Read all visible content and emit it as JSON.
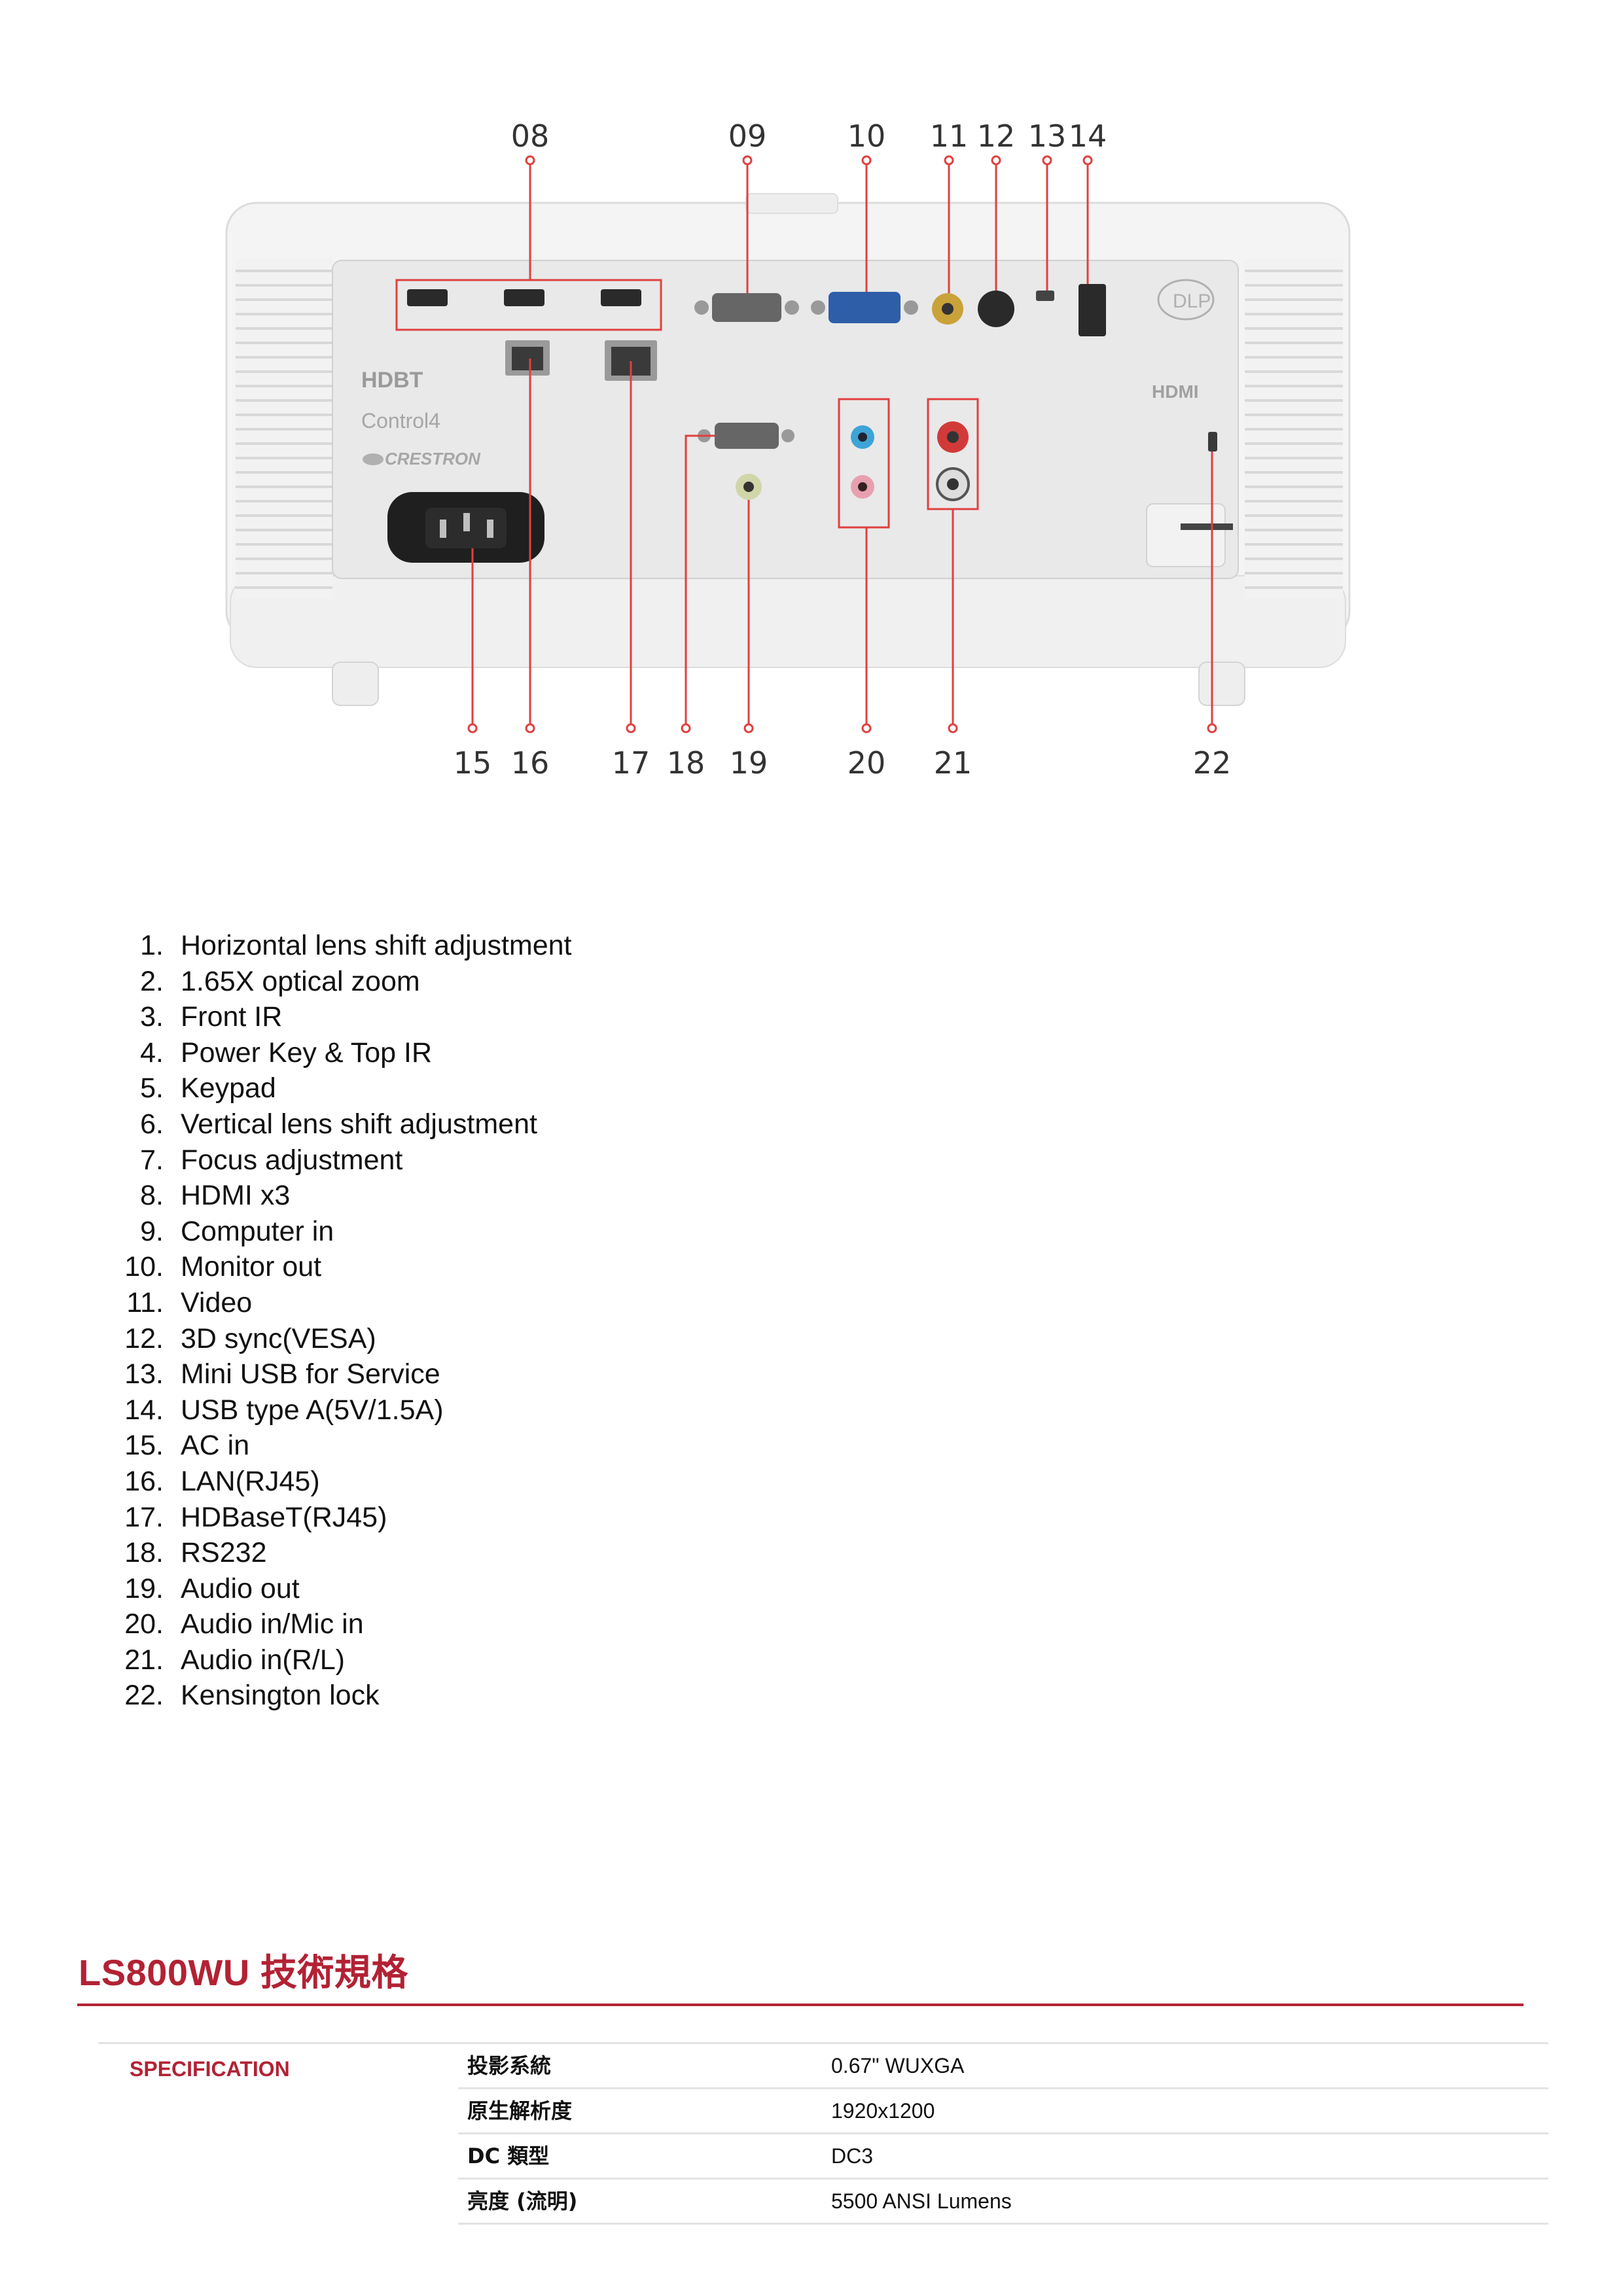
{
  "figure": {
    "callouts_top": [
      "08",
      "09",
      "10",
      "11",
      "12",
      "13",
      "14"
    ],
    "callouts_bottom": [
      "15",
      "16",
      "17",
      "18",
      "19",
      "20",
      "21",
      "22"
    ],
    "panel_logos": {
      "hdbt": "HDBT",
      "control4": "Control4",
      "crestron": "CRESTRON",
      "dlp": "DLP",
      "hdmi": "HDMI"
    },
    "accent_color": "#e04040"
  },
  "features": [
    {
      "n": "1.",
      "label": "Horizontal lens shift adjustment"
    },
    {
      "n": "2.",
      "label": "1.65X optical zoom"
    },
    {
      "n": "3.",
      "label": "Front IR"
    },
    {
      "n": "4.",
      "label": "Power Key & Top IR"
    },
    {
      "n": "5.",
      "label": "Keypad"
    },
    {
      "n": "6.",
      "label": "Vertical lens shift adjustment"
    },
    {
      "n": "7.",
      "label": "Focus adjustment"
    },
    {
      "n": "8.",
      "label": "HDMI x3"
    },
    {
      "n": "9.",
      "label": "Computer in"
    },
    {
      "n": "10.",
      "label": "Monitor out"
    },
    {
      "n": "11.",
      "label": "Video"
    },
    {
      "n": "12.",
      "label": "3D sync(VESA)"
    },
    {
      "n": "13.",
      "label": "Mini USB for Service"
    },
    {
      "n": "14.",
      "label": "USB type A(5V/1.5A)"
    },
    {
      "n": "15.",
      "label": "AC in"
    },
    {
      "n": "16.",
      "label": "LAN(RJ45)"
    },
    {
      "n": "17.",
      "label": "HDBaseT(RJ45)"
    },
    {
      "n": "18.",
      "label": "RS232"
    },
    {
      "n": "19.",
      "label": "Audio out"
    },
    {
      "n": "20.",
      "label": "Audio in/Mic in"
    },
    {
      "n": "21.",
      "label": "Audio in(R/L)"
    },
    {
      "n": "22.",
      "label": "Kensington lock"
    }
  ],
  "spec": {
    "title": "LS800WU 技術規格",
    "section_label": "SPECIFICATION",
    "rows": [
      {
        "key": "投影系統",
        "value": "0.67\" WUXGA"
      },
      {
        "key": "原生解析度",
        "value": "1920x1200"
      },
      {
        "key": "DC 類型",
        "value": "DC3"
      },
      {
        "key": "亮度 (流明)",
        "value": "5500 ANSI Lumens"
      }
    ],
    "accent_color": "#b22234"
  }
}
